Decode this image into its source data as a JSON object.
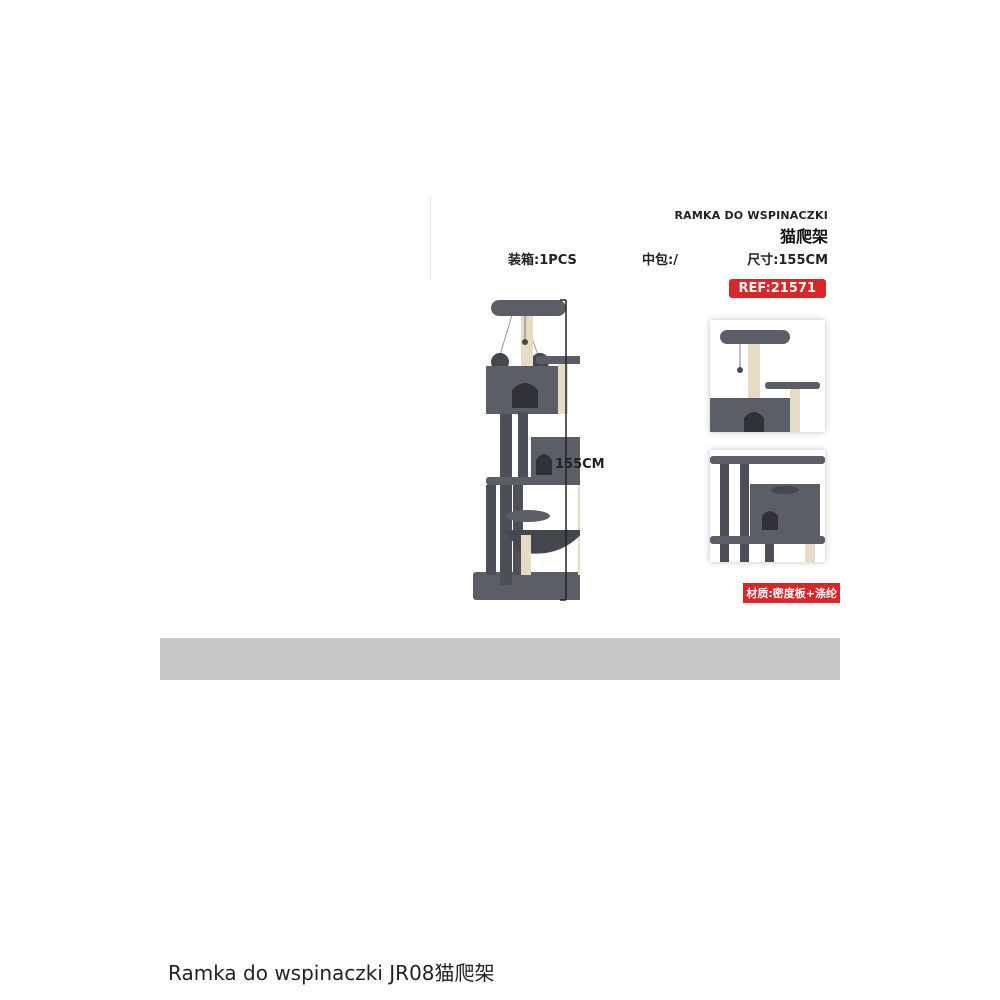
{
  "sheet": {
    "title_en": "RAMKA DO WSPINACZKI",
    "title_cn": "猫爬架",
    "pack": "装箱:1PCS",
    "middle_pack": "中包:/",
    "size": "尺寸:155CM",
    "ref": "REF:21571",
    "height_label": "155CM",
    "material": "材质:密度板+涤纶"
  },
  "caption": "Ramka do wspinaczki JR08猫爬架",
  "colors": {
    "plush": "#5b5e66",
    "plush_dark": "#44474e",
    "sisal": "#e6dcc6",
    "badge": "#d9262a",
    "band": "#c8c8c8"
  },
  "icons": [
    "cat-tree-image",
    "cat-tree-detail-top",
    "cat-tree-detail-bottom"
  ]
}
